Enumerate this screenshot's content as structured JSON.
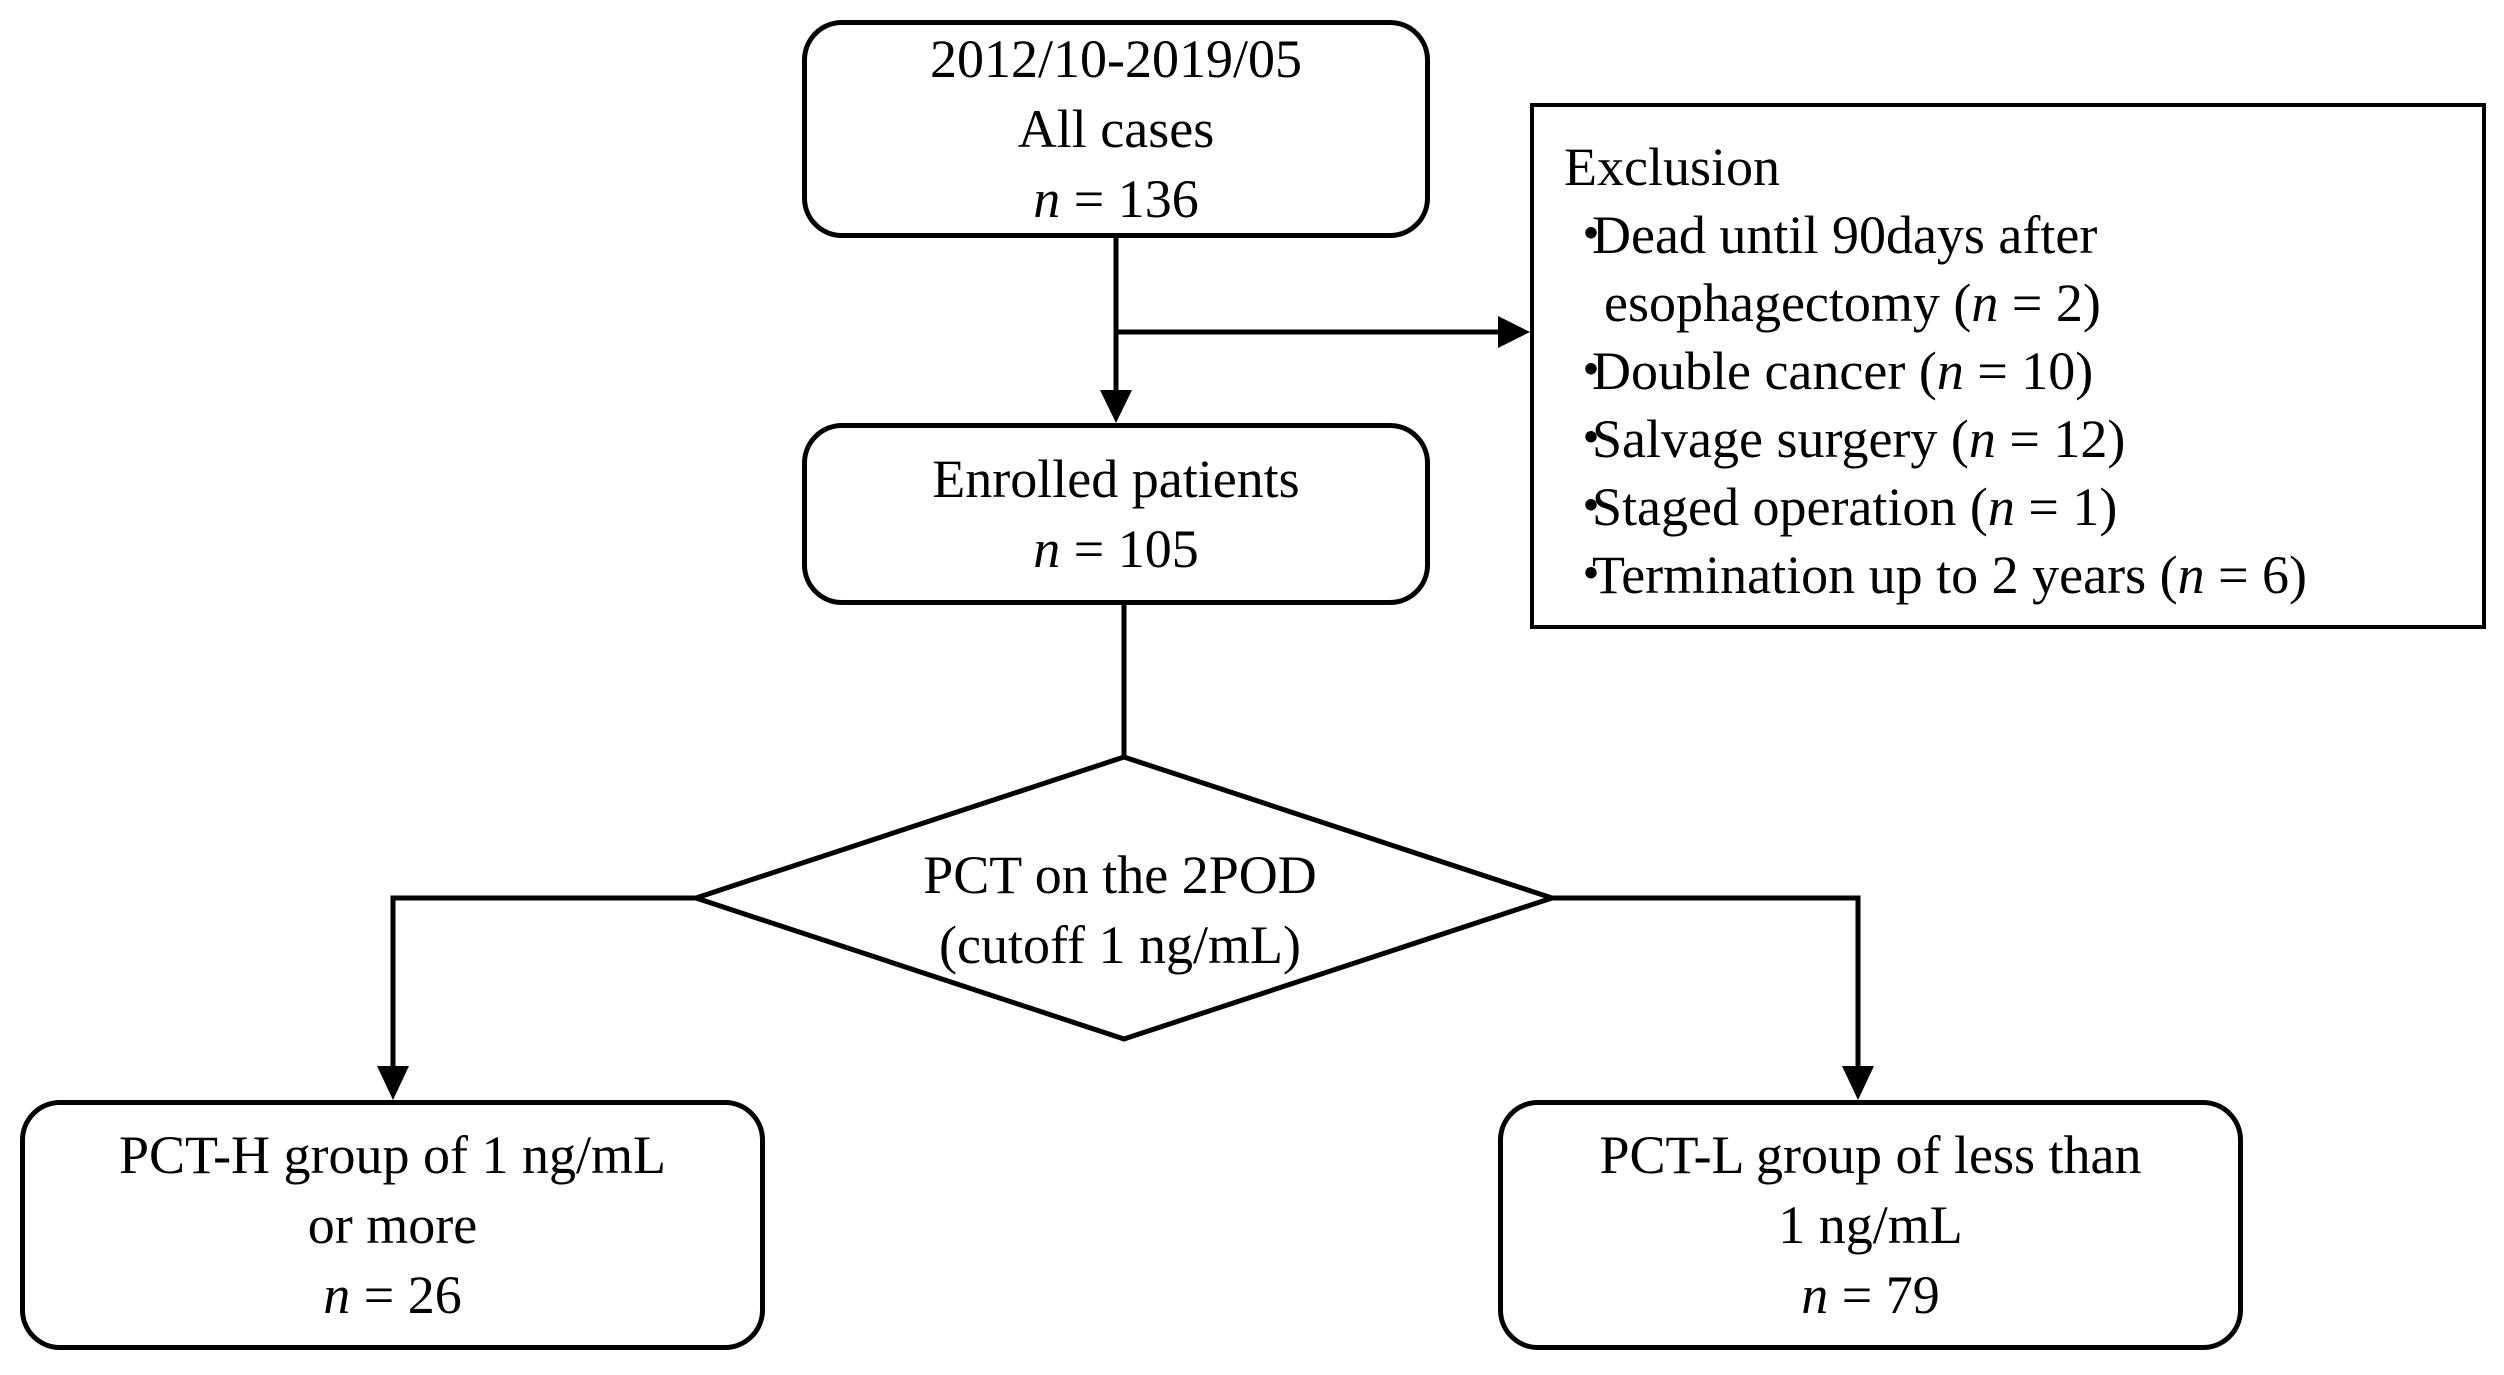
{
  "start_box": {
    "line1": "2012/10-2019/05",
    "line2": "All cases",
    "n_label": "n",
    "n_value": " = 136"
  },
  "exclusion_box": {
    "title": "Exclusion",
    "bullet": "・",
    "items": [
      {
        "text": "Dead until 90days after",
        "cont": "esophagectomy  (",
        "n_label": "n",
        "n_value": " = 2)"
      },
      {
        "text": "Double cancer (",
        "n_label": "n",
        "n_value": " = 10)"
      },
      {
        "text": "Salvage surgery (",
        "n_label": "n",
        "n_value": " = 12)"
      },
      {
        "text": "Staged operation (",
        "n_label": "n",
        "n_value": " = 1)"
      },
      {
        "text": "Termination up to 2 years (",
        "n_label": "n",
        "n_value": " = 6)"
      }
    ]
  },
  "enrolled_box": {
    "line1": "Enrolled patients",
    "n_label": "n",
    "n_value": " = 105"
  },
  "decision": {
    "line1": "PCT on the 2POD",
    "line2": "(cutoff 1 ng/mL)"
  },
  "high_group": {
    "line1": "PCT-H group of 1 ng/mL",
    "line2": "or more",
    "n_label": "n",
    "n_value": " = 26"
  },
  "low_group": {
    "line1": "PCT-L group of less than",
    "line2": "1 ng/mL",
    "n_label": "n",
    "n_value": " = 79"
  }
}
